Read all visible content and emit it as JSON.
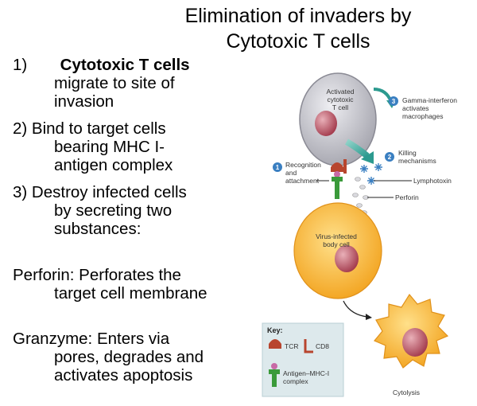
{
  "title": {
    "line1": "Elimination of invaders by",
    "line2": "Cytotoxic T cells"
  },
  "steps": [
    {
      "num": "1)",
      "bold": "Cytotoxic T cells",
      "rest": [
        "migrate to site of",
        "invasion"
      ]
    },
    {
      "first": "2) Bind to target cells",
      "rest": [
        "bearing MHC I-",
        "antigen complex"
      ]
    },
    {
      "first": "3) Destroy infected cells",
      "rest": [
        "by secreting two",
        "substances:"
      ]
    }
  ],
  "perforin": {
    "first": "Perforin: Perforates the",
    "second": "target cell membrane"
  },
  "granzyme": {
    "first": "Granzyme:  Enters via",
    "second": "pores, degrades and",
    "third": "activates apoptosis"
  },
  "figure": {
    "tcell": [
      "Activated",
      "cytotoxic",
      "T cell"
    ],
    "callout1": {
      "num": "1",
      "text": [
        "Recognition",
        "and",
        "attachment"
      ]
    },
    "callout2": {
      "num": "2",
      "text": [
        "Killing",
        "mechanisms"
      ]
    },
    "callout3": {
      "num": "3",
      "text": [
        "Gamma-interferon",
        "activates",
        "macrophages"
      ]
    },
    "lymphotoxin": "Lymphotoxin",
    "perforin": "Perforin",
    "body_cell": [
      "Virus-infected",
      "body cell"
    ],
    "cytolysis": "Cytolysis",
    "key": {
      "title": "Key:",
      "tcr": "TCR",
      "cd8": "CD8",
      "antigen": [
        "Antigen–MHC-I",
        "complex"
      ]
    }
  },
  "colors": {
    "tcell_fill": "#cfcfd4",
    "nucleus": "#b34a5a",
    "body_cell": "#f7b733",
    "callout": "#3a7fc1",
    "arrow_teal": "#2c9a8f",
    "receptor_red": "#b8452e",
    "mhc_green": "#3a9a3a",
    "key_bg": "#dde9ec"
  }
}
